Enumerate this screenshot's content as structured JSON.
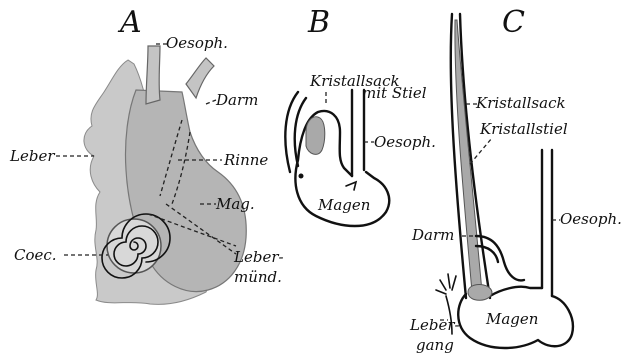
{
  "panels": {
    "A": {
      "letter": "A",
      "labels": {
        "oesoph": "Oesoph.",
        "darm": "Darm",
        "leber": "Leber",
        "rinne": "Rinne",
        "mag": "Mag.",
        "coec": "Coec.",
        "leber_mund_1": "Leber-",
        "leber_mund_2": "münd."
      }
    },
    "B": {
      "letter": "B",
      "labels": {
        "kristallsack": "Kristallsack",
        "mit_stiel": "mit Stiel",
        "oesoph": "Oesoph.",
        "magen": "Magen"
      }
    },
    "C": {
      "letter": "C",
      "labels": {
        "kristallsack": "Kristallsack",
        "kristallstiel": "Kristallstiel",
        "oesoph": "Oesoph.",
        "darm": "Darm",
        "magen": "Magen",
        "leber_gang_1": "Leber-",
        "leber_gang_2": "gang"
      }
    }
  }
}
